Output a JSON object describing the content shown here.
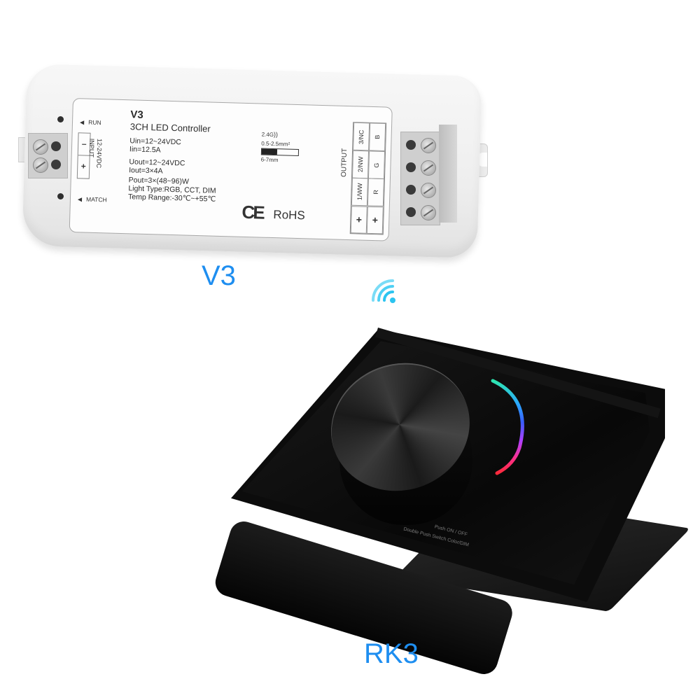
{
  "controller": {
    "model": "V3",
    "name": "3CH LED Controller",
    "specs_input": [
      "Uin=12~24VDC",
      "Iin=12.5A"
    ],
    "specs_output": [
      "Uout=12~24VDC",
      "Iout=3×4A",
      "Pout=3×(48~96)W",
      "Light Type:RGB, CCT, DIM",
      "Temp Range:-30℃~+55℃"
    ],
    "indicators": {
      "run": "RUN",
      "match": "MATCH"
    },
    "input": {
      "label": "INPUT",
      "voltage": "12-24VDC",
      "minus": "–",
      "plus": "+"
    },
    "wireless": "2.4G",
    "wire_gauge": "0.5-2.5mm²",
    "strip_length": "6-7mm",
    "certifications": {
      "ce": "CE",
      "rohs": "RoHS"
    },
    "output": {
      "label": "OUTPUT",
      "channels": [
        {
          "ch": "3/NC",
          "color": "B"
        },
        {
          "ch": "2/NW",
          "color": "G"
        },
        {
          "ch": "1/WW",
          "color": "R"
        },
        {
          "ch": "+",
          "color": "+"
        }
      ]
    }
  },
  "captions": {
    "controller": "V3",
    "remote": "RK3"
  },
  "remote": {
    "line1": "Push ON / OFF",
    "line2": "Double Push Switch Color/DIM",
    "arc_colors": [
      "#2ee6b0",
      "#2aa8ff",
      "#3a5cff",
      "#b040ff",
      "#ff2f86",
      "#ff2a3a"
    ]
  },
  "colors": {
    "caption_blue": "#1e8ef0",
    "wifi_blue": "#2bc4f0"
  }
}
